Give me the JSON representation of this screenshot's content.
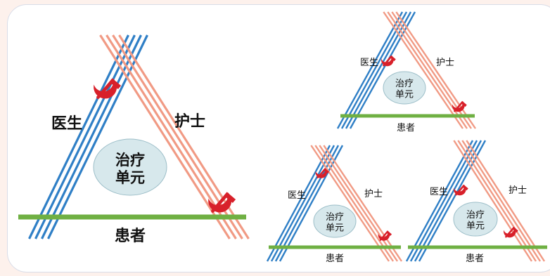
{
  "colors": {
    "doctor_lines": "#2f7fc6",
    "nurse_lines": "#f19a84",
    "patient_line": "#6fb043",
    "center_fill": "#d7e8ec",
    "center_stroke": "#9cbec8",
    "emblem": "#d8202a",
    "page_background": "#fdf1ec",
    "card_background": "#ffffff"
  },
  "icons": {
    "emblem": "party-emblem-icon"
  },
  "triangles": [
    {
      "doctor_label": "医生",
      "nurse_label": "护士",
      "patient_label": "患者",
      "center_line1": "治疗",
      "center_line2": "单元"
    },
    {
      "doctor_label": "医生",
      "nurse_label": "护士",
      "patient_label": "患者",
      "center_line1": "治疗",
      "center_line2": "单元"
    },
    {
      "doctor_label": "医生",
      "nurse_label": "护士",
      "patient_label": "患者",
      "center_line1": "治疗",
      "center_line2": "单元"
    },
    {
      "doctor_label": "医生",
      "nurse_label": "护士",
      "patient_label": "患者",
      "center_line1": "治疗",
      "center_line2": "单元"
    }
  ]
}
